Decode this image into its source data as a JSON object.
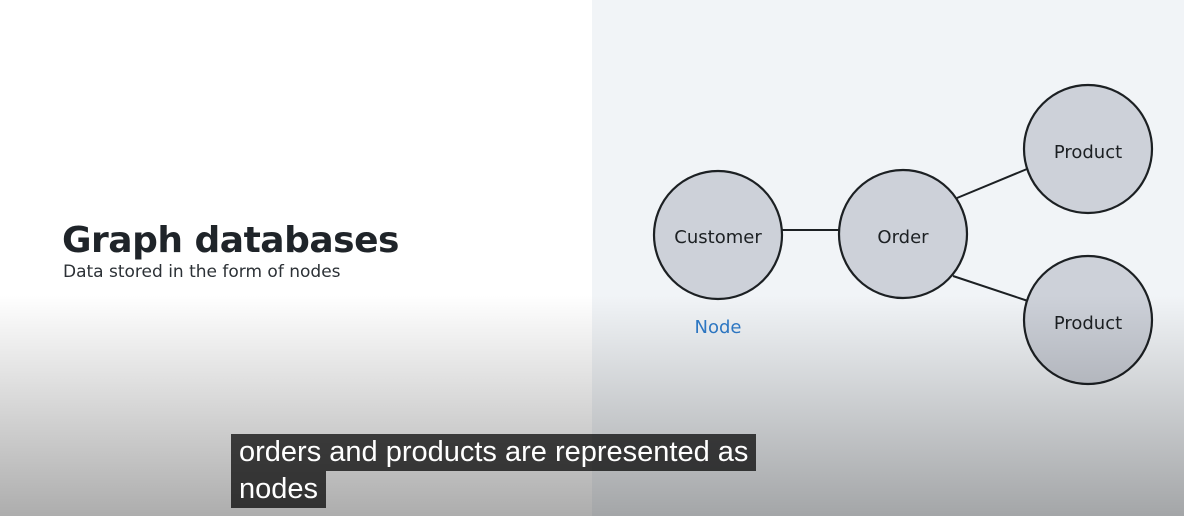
{
  "slide": {
    "title": "Graph databases",
    "subtitle": "Data stored in the form of nodes"
  },
  "diagram": {
    "nodes": [
      {
        "id": "customer",
        "label": "Customer"
      },
      {
        "id": "order",
        "label": "Order"
      },
      {
        "id": "product_top",
        "label": "Product"
      },
      {
        "id": "product_bottom",
        "label": "Product"
      }
    ],
    "edges": [
      {
        "from": "customer",
        "to": "order"
      },
      {
        "from": "order",
        "to": "product_top"
      },
      {
        "from": "order",
        "to": "product_bottom"
      }
    ],
    "annotation": "Node",
    "colors": {
      "node_fill": "#cdd1d9",
      "node_stroke": "#1c2023",
      "edge": "#1c2023",
      "annotation": "#2f7ccb"
    }
  },
  "caption": {
    "lines": [
      "orders and products are represented as",
      "nodes"
    ]
  }
}
